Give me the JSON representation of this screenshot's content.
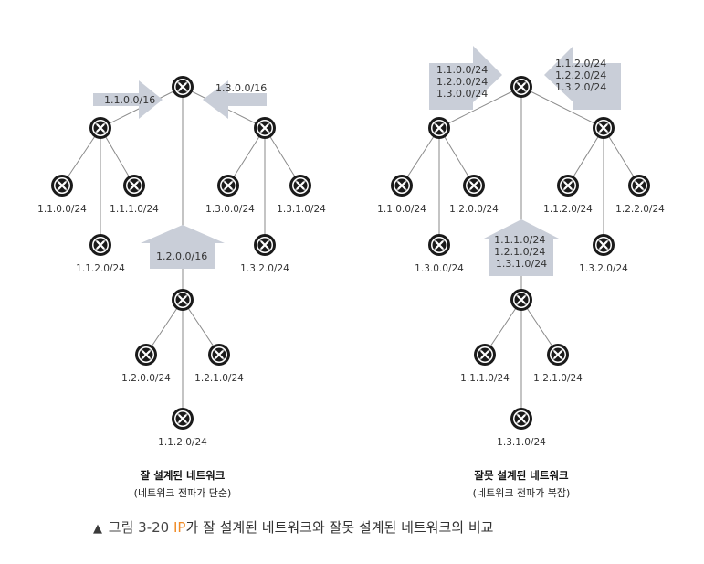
{
  "left": {
    "arrow_up_left": "1.1.0.0/16",
    "arrow_up_right": "1.3.0.0/16",
    "arrow_mid": "1.2.0.0/16",
    "labels": {
      "n1": "1.1.0.0/24",
      "n2": "1.1.1.0/24",
      "n3": "1.1.2.0/24",
      "n4": "1.3.0.0/24",
      "n5": "1.3.1.0/24",
      "n6": "1.3.2.0/24",
      "n7": "1.2.0.0/24",
      "n8": "1.2.1.0/24",
      "n9": "1.1.2.0/24"
    },
    "title": "잘 설계된 네트워크",
    "subtitle": "(네트워크 전파가 단순)"
  },
  "right": {
    "arrow_up_left": [
      "1.1.0.0/24",
      "1.2.0.0/24",
      "1.3.0.0/24"
    ],
    "arrow_up_right": [
      "1.1.2.0/24",
      "1.2.2.0/24",
      "1.3.2.0/24"
    ],
    "arrow_mid": [
      "1.1.1.0/24",
      "1.2.1.0/24",
      "1.3.1.0/24"
    ],
    "labels": {
      "n1": "1.1.0.0/24",
      "n2": "1.2.0.0/24",
      "n3": "1.3.0.0/24",
      "n4": "1.1.2.0/24",
      "n5": "1.2.2.0/24",
      "n6": "1.3.2.0/24",
      "n7": "1.1.1.0/24",
      "n8": "1.2.1.0/24",
      "n9": "1.3.1.0/24"
    },
    "title": "잘못 설계된 네트워크",
    "subtitle": "(네트워크 전파가 복잡)"
  },
  "caption": {
    "marker": "▲",
    "figure": "그림 3-20",
    "highlight": "IP",
    "text": "가 잘 설계된 네트워크와 잘못 설계된 네트워크의 비교"
  },
  "colors": {
    "arrow": "#c9ced8",
    "router": "#1a1a1a",
    "accent": "#f08a24"
  },
  "icons": {
    "router": "router-icon"
  }
}
